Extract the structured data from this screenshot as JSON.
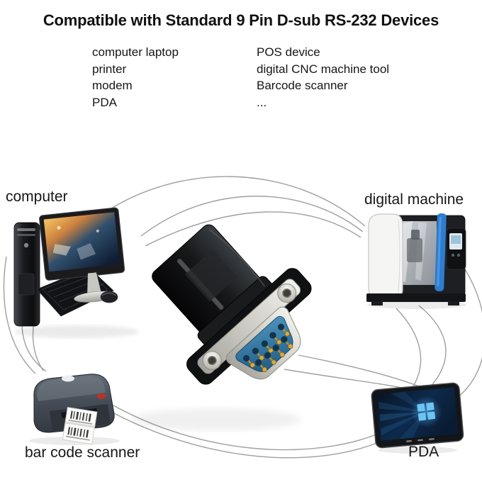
{
  "title": "Compatible with Standard 9 Pin D-sub RS-232 Devices",
  "compatible_devices": {
    "column_left": [
      "computer laptop",
      "printer",
      "modem",
      "PDA"
    ],
    "column_right": [
      "POS device",
      "digital CNC machine tool",
      "Barcode scanner",
      "..."
    ]
  },
  "diagram": {
    "labels": {
      "computer": "computer",
      "digital_machine": "digital machine",
      "bar_code_scanner": "bar code scanner",
      "pda": "PDA"
    },
    "connector": {
      "type": "DB9 male D-sub RS-232 connector",
      "pins": 9
    },
    "colors": {
      "text": "#161616",
      "connection_line": "#9a9a9a",
      "connector_body": "#17181a",
      "connector_shell": "#d7d7d1",
      "connector_insert_blue": "#2f6f99",
      "pin_gold": "#d9aa43",
      "machine_accent_blue": "#2e7cd0",
      "pda_screen_blue": "#5cb8ee",
      "scanner_logo_red": "#b5342a"
    }
  }
}
